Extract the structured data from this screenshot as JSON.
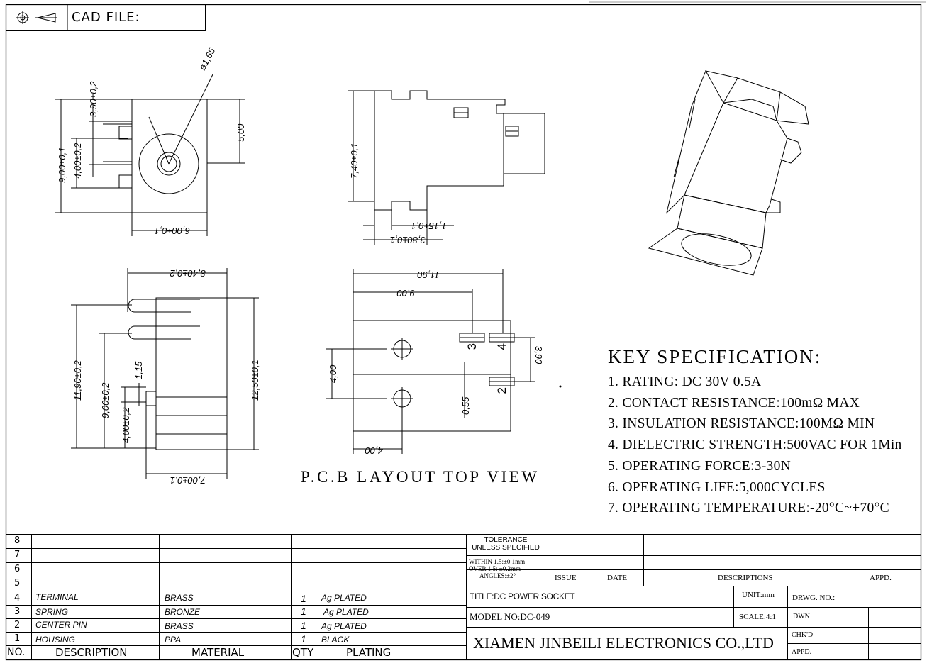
{
  "header": {
    "cad_label": "CAD FILE:"
  },
  "dimensions": {
    "front_view": [
      "ø1,65",
      "3,90±0,2",
      "9,00±0,1",
      "4,00±0,2",
      "5,00",
      "6,00±0,1"
    ],
    "side_view": [
      "7,40±0,1",
      "1,15±0,1",
      "3,80±0,1"
    ],
    "bottom_view": [
      "8,40±0,2",
      "11,90±0,2",
      "9,00±0,2",
      "1,15",
      "4,00±0,2",
      "12,50±0,1",
      "7,00±0,1"
    ],
    "pcb_view": [
      "11,90",
      "9,00",
      "4,00",
      "0,55",
      "3,90",
      "4,00"
    ],
    "pin_numbers": [
      "3",
      "4",
      "2"
    ]
  },
  "pcb_caption": "P.C.B LAYOUT TOP VIEW",
  "key_spec": {
    "title": "KEY SPECIFICATION:",
    "items": [
      "1. RATING: DC 30V  0.5A",
      "2. CONTACT RESISTANCE:100mΩ MAX",
      "3. INSULATION RESISTANCE:100MΩ MIN",
      "4. DIELECTRIC STRENGTH:500VAC FOR 1Min",
      "5. OPERATING FORCE:3-30N",
      "6. OPERATING LIFE:5,000CYCLES",
      "7. OPERATING TEMPERATURE:-20°C~+70°C"
    ]
  },
  "bom": {
    "headers": {
      "no": "NO.",
      "description": "DESCRIPTION",
      "material": "MATERIAL",
      "qty": "QTY",
      "plating": "PLATING"
    },
    "empty_rows": [
      "8",
      "7",
      "6",
      "5"
    ],
    "rows": [
      {
        "no": "4",
        "description": "TERMINAL",
        "material": "BRASS",
        "qty": "1",
        "plating": "Ag PLATED"
      },
      {
        "no": "3",
        "description": "SPRING",
        "material": "BRONZE",
        "qty": "1",
        "plating": "Ag PLATED"
      },
      {
        "no": "2",
        "description": "CENTER PIN",
        "material": "BRASS",
        "qty": "1",
        "plating": "Ag PLATED"
      },
      {
        "no": "1",
        "description": "HOUSING",
        "material": "PPA",
        "qty": "1",
        "plating": "BLACK"
      }
    ]
  },
  "title_block": {
    "tolerance_title": "TOLERANCE\nUNLESS SPECIFIED",
    "tolerance_lines": [
      "WITHIN 1.5:±0.1mm",
      "OVER 1.5: ±0.2mm",
      "ANGLES:±2°"
    ],
    "issue": "ISSUE",
    "date": "DATE",
    "descriptions": "DESCRIPTIONS",
    "appd_top": "APPD.",
    "title": "TITLE:DC POWER SOCKET",
    "unit": "UNIT:mm",
    "drwg_no": "DRWG. NO.:",
    "model": "MODEL NO:DC-049",
    "scale": "SCALE:4:1",
    "dwn": "DWN",
    "chkd": "CHK'D",
    "appd": "APPD.",
    "company": "XIAMEN JINBEILI ELECTRONICS CO.,LTD"
  }
}
